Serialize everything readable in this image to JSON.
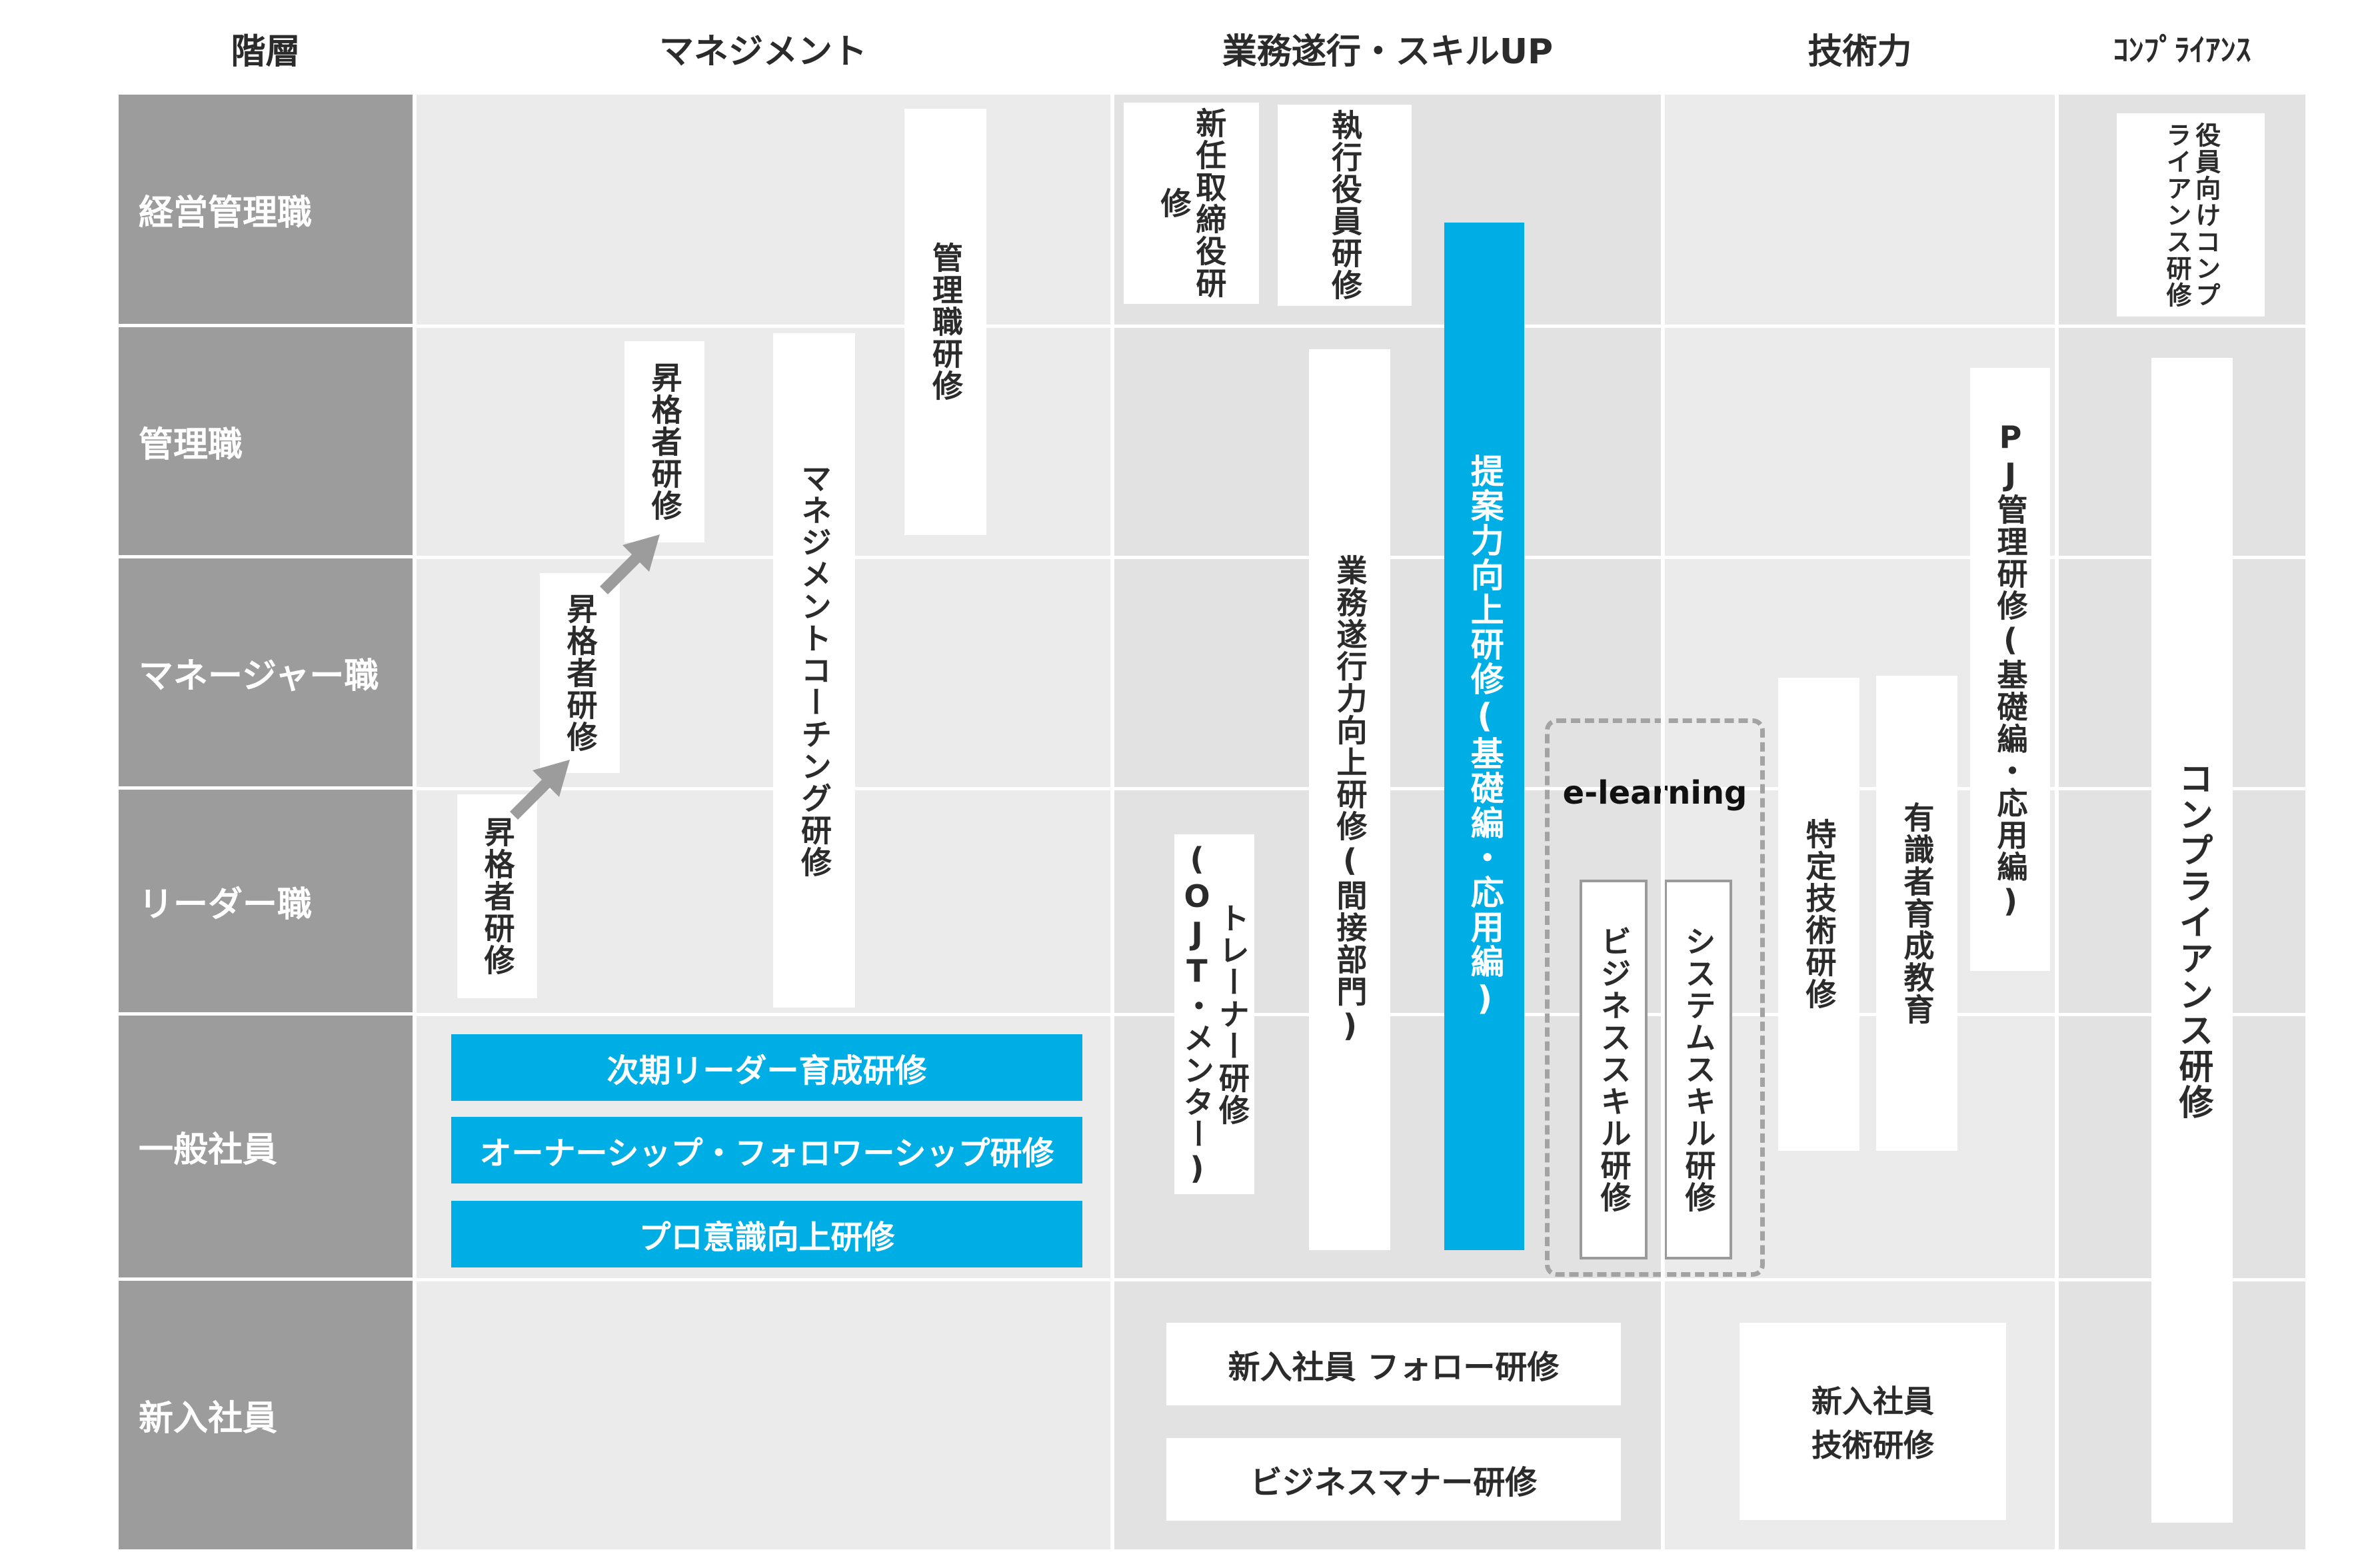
{
  "columns": {
    "hierarchy": "階層",
    "management": "マネジメント",
    "business": "業務遂行・スキルUP",
    "technical": "技術力",
    "compliance": "ｺﾝﾌﾟﾗｲｱﾝｽ"
  },
  "rows": [
    "経営管理職",
    "管理職",
    "マネージャー職",
    "リーダー職",
    "一般社員",
    "新入社員"
  ],
  "management": {
    "kanrishoku": "管理職研修",
    "coaching": "マネジメントコーチング研修",
    "promotion_1": "昇格者研修",
    "promotion_2": "昇格者研修",
    "promotion_3": "昇格者研修",
    "next_leader": "次期リーダー育成研修",
    "ownership": "オーナーシップ・フォロワーシップ研修",
    "pro_awareness": "プロ意識向上研修"
  },
  "business": {
    "new_director": "新任取締役研修",
    "executive": "執行役員研修",
    "proposal": "提案力向上研修(基礎編・応用編)",
    "execution": "業務遂行力向上研修(間接部門)",
    "trainer": "トレーナー研修(OJT・メンター)",
    "elearning": "e-learning",
    "business_skill": "ビジネススキル研修",
    "system_skill": "システムスキル研修",
    "newcomer_follow": "新入社員 フォロー研修",
    "business_manner": "ビジネスマナー研修"
  },
  "technical": {
    "pj": "PJ管理研修(基礎編・応用編)",
    "specific": "特定技術研修",
    "expert": "有識者育成教育",
    "newcomer_tech_1": "新入社員",
    "newcomer_tech_2": "技術研修"
  },
  "compliance": {
    "executive_compliance": "役員向けコンプライアンス研修",
    "compliance_training": "コンプライアンス研修"
  },
  "colors": {
    "accent_blue": "#00aee6",
    "row_header_gray": "#9c9c9c",
    "band_gray": "#ebebeb"
  }
}
